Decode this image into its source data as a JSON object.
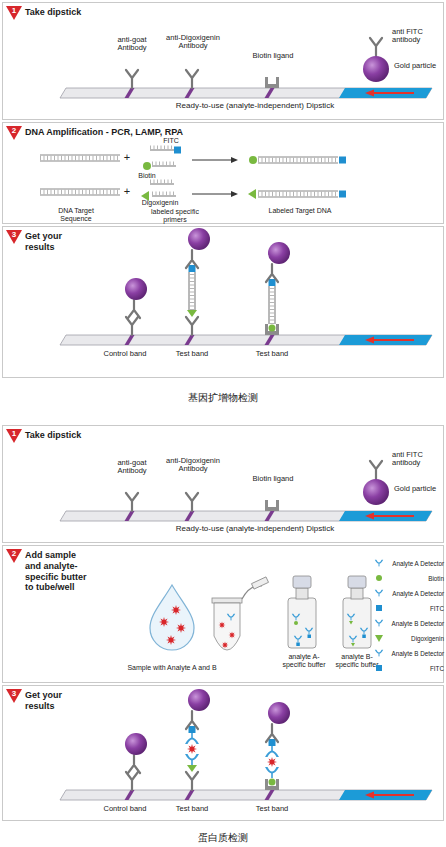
{
  "diagram": {
    "nodes": [
      {
        "text": [
          "Take dipstick"
        ]
      },
      {
        "text": [
          "1"
        ],
        "in": 0
      },
      {
        "text": [
          "DNA Amplification - PCR, LAMP, RPA"
        ]
      },
      {
        "text": [
          "2"
        ],
        "in": 2
      },
      {
        "text": [
          "Get your results"
        ]
      },
      {
        "text": [
          "3"
        ],
        "in": 4
      },
      {
        "text": [
          "Take dipstick"
        ]
      },
      {
        "text": [
          "1"
        ],
        "in": 6
      },
      {
        "text": [
          "Add sample and analyte-specific butter to tube/well"
        ]
      },
      {
        "text": [
          "2"
        ],
        "in": 8
      },
      {
        "text": [
          "Get your results"
        ]
      },
      {
        "text": [
          "3"
        ],
        "in": 10
      }
    ],
    "labels": [
      "anti-goat Antibody",
      "anti-Digoxigenin Antibody",
      "Biotin ligand",
      "anti FITC antibody",
      "Gold particle",
      "Ready-to-use (analyte-independent) Dipstick",
      "FITC",
      "+",
      "Biotin",
      "+",
      "Digoxigenin",
      "DNA Target Sequence",
      "labeled specific primers",
      "Labeled Target DNA",
      "Control band",
      "Test band",
      "Test band",
      "基因扩增物检测",
      "anti-goat Antibody",
      "anti-Digoxigenin Antibody",
      "Biotin ligand",
      "anti FITC antibody",
      "Gold particle",
      "Ready-to-use (analyte-independent) Dipstick",
      "Sample with Analyte A and B",
      "analyte A-specific buffer",
      "analyte B-specific buffer",
      "Control band",
      "Test band",
      "Test band",
      "蛋白质检测"
    ],
    "legend": [
      {
        "text": "Analyte A Detector"
      },
      {
        "text": "Biotin"
      },
      {
        "text": "Analyte A Detector"
      },
      {
        "text": "FITC"
      },
      {
        "text": "Analyte B Detector"
      },
      {
        "text": "Digoxigenin"
      },
      {
        "text": "Analyte B Detector"
      },
      {
        "text": "FITC"
      }
    ]
  }
}
